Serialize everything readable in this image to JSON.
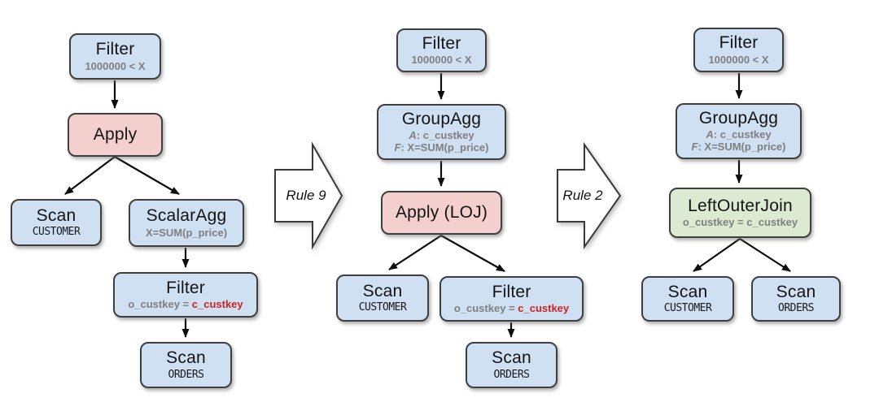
{
  "diagram": {
    "rules": [
      {
        "label": "Rule 9"
      },
      {
        "label": "Rule 2"
      }
    ],
    "trees": [
      {
        "nodes": {
          "filter_top": {
            "title": "Filter",
            "subtitle": "1000000 < X"
          },
          "apply": {
            "title": "Apply"
          },
          "scan_customer": {
            "title": "Scan",
            "table": "CUSTOMER"
          },
          "scalar_agg": {
            "title": "ScalarAgg",
            "subtitle": "X=SUM(p_price)"
          },
          "filter_join": {
            "title": "Filter",
            "pred_left": "o_custkey = ",
            "pred_key": "c_custkey"
          },
          "scan_orders": {
            "title": "Scan",
            "table": "ORDERS"
          }
        }
      },
      {
        "nodes": {
          "filter_top": {
            "title": "Filter",
            "subtitle": "1000000 < X"
          },
          "group_agg": {
            "title": "GroupAgg",
            "line1_prefix": "A",
            "line1_rest": ": c_custkey",
            "line2_prefix": "F",
            "line2_rest": ": X=SUM(p_price)"
          },
          "apply_loj": {
            "title": "Apply (LOJ)"
          },
          "scan_customer": {
            "title": "Scan",
            "table": "CUSTOMER"
          },
          "filter_join": {
            "title": "Filter",
            "pred_left": "o_custkey = ",
            "pred_key": "c_custkey"
          },
          "scan_orders": {
            "title": "Scan",
            "table": "ORDERS"
          }
        }
      },
      {
        "nodes": {
          "filter_top": {
            "title": "Filter",
            "subtitle": "1000000 < X"
          },
          "group_agg": {
            "title": "GroupAgg",
            "line1_prefix": "A",
            "line1_rest": ": c_custkey",
            "line2_prefix": "F",
            "line2_rest": ": X=SUM(p_price)"
          },
          "left_outer_join": {
            "title": "LeftOuterJoin",
            "subtitle": "o_custkey = c_custkey"
          },
          "scan_customer": {
            "title": "Scan",
            "table": "CUSTOMER"
          },
          "scan_orders": {
            "title": "Scan",
            "table": "ORDERS"
          }
        }
      }
    ],
    "colors": {
      "node_blue": "#cfe0f2",
      "node_pink": "#f3cfcd",
      "node_green": "#dcead2",
      "highlight_red": "#cc2222",
      "subtitle_gray": "#7f7f7f"
    }
  }
}
